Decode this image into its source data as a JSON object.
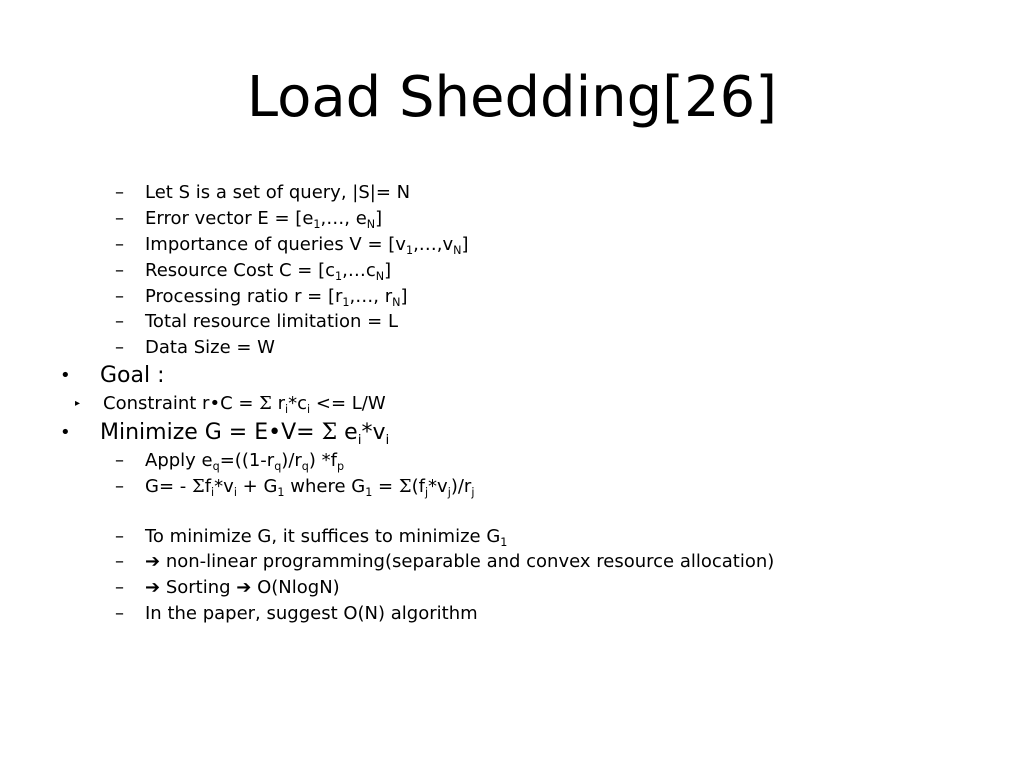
{
  "title": "Load Shedding[26]",
  "markers": {
    "dash": "–",
    "bullet": "•",
    "arrow": "▸"
  },
  "sym": {
    "sigma": "Σ",
    "dot": "•",
    "arrow": "➔"
  },
  "items": {
    "s1": "Let S is a set of query, |S|= N",
    "s2": {
      "a": "Error vector E = [e",
      "b": "1",
      "c": ",…, e",
      "d": "N",
      "e": "]"
    },
    "s3": {
      "a": "Importance of queries V = [v",
      "b": "1",
      "c": ",…,v",
      "d": "N",
      "e": "]"
    },
    "s4": {
      "a": "Resource Cost C = [c",
      "b": "1",
      "c": ",…c",
      "d": "N",
      "e": "]"
    },
    "s5": {
      "a": "Processing ratio r = [r",
      "b": "1",
      "c": ",…, r",
      "d": "N",
      "e": "]"
    },
    "s6": "Total resource limitation = L",
    "s7": "Data Size = W",
    "goal": "Goal :",
    "constraint": {
      "a": "Constraint r",
      "b": "C = ",
      "c": " r",
      "d": "i",
      "e": "*c",
      "f": "i",
      "g": " <= L/W"
    },
    "minimize": {
      "a": "Minimize G = E",
      "b": "V= ",
      "c": " e",
      "d": "i",
      "e": "*v",
      "f": "i"
    },
    "apply": {
      "a": "Apply e",
      "b": "q",
      "c": "=((1-r",
      "d": "q",
      "e": ")/r",
      "f": "q",
      "g": ") *f",
      "h": "p"
    },
    "gline": {
      "a": "G= - ",
      "b": "f",
      "c": "i",
      "d": "*v",
      "e": "i",
      "f": " + G",
      "g": "1",
      "h": " where G",
      "i": "1",
      "j": " = ",
      "k": "(f",
      "l": "j",
      "m": "*v",
      "n": "j",
      "o": ")/r",
      "p": "j"
    },
    "tomin": {
      "a": "To minimize G, it suffices to minimize G",
      "b": "1"
    },
    "nonlinear": " non-linear programming(separable and convex resource allocation)",
    "sorting": {
      "a": " Sorting ",
      "b": " O(NlogN)"
    },
    "paper": "In the paper, suggest O(N) algorithm"
  }
}
